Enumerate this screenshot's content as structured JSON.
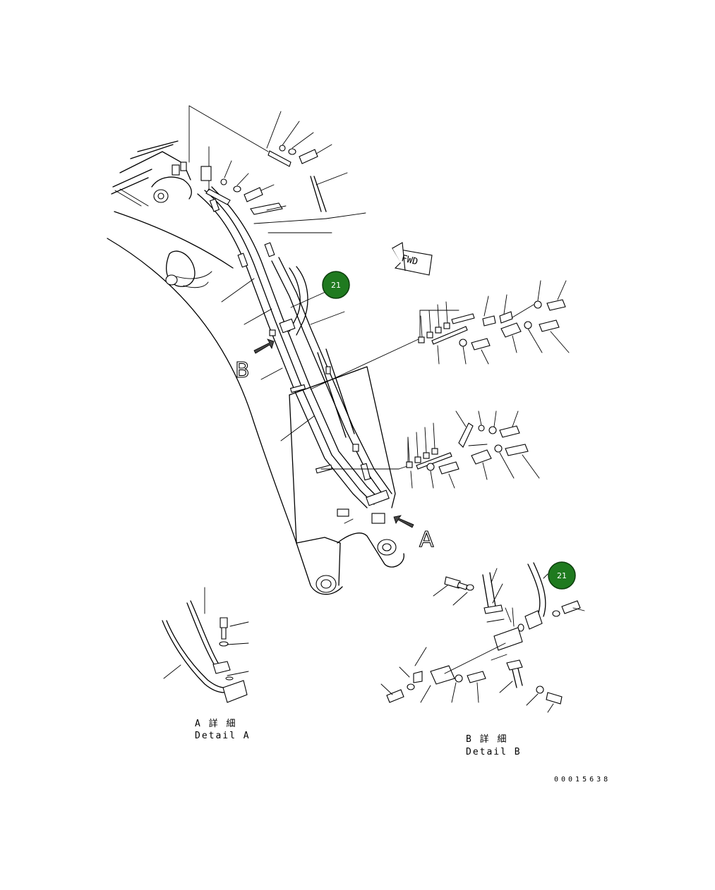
{
  "callouts": [
    {
      "id": "callout-1",
      "label": "21",
      "color": "#1f7a1f"
    },
    {
      "id": "callout-2",
      "label": "21",
      "color": "#1f7a1f"
    }
  ],
  "view_letters": {
    "b": "B",
    "a": "A"
  },
  "fwd_label": "FWD",
  "detail_a": {
    "line1": "A 詳 細",
    "line2": "Detail A"
  },
  "detail_b": {
    "line1": "B 詳 細",
    "line2": "Detail B"
  },
  "drawing_number": "00015638"
}
